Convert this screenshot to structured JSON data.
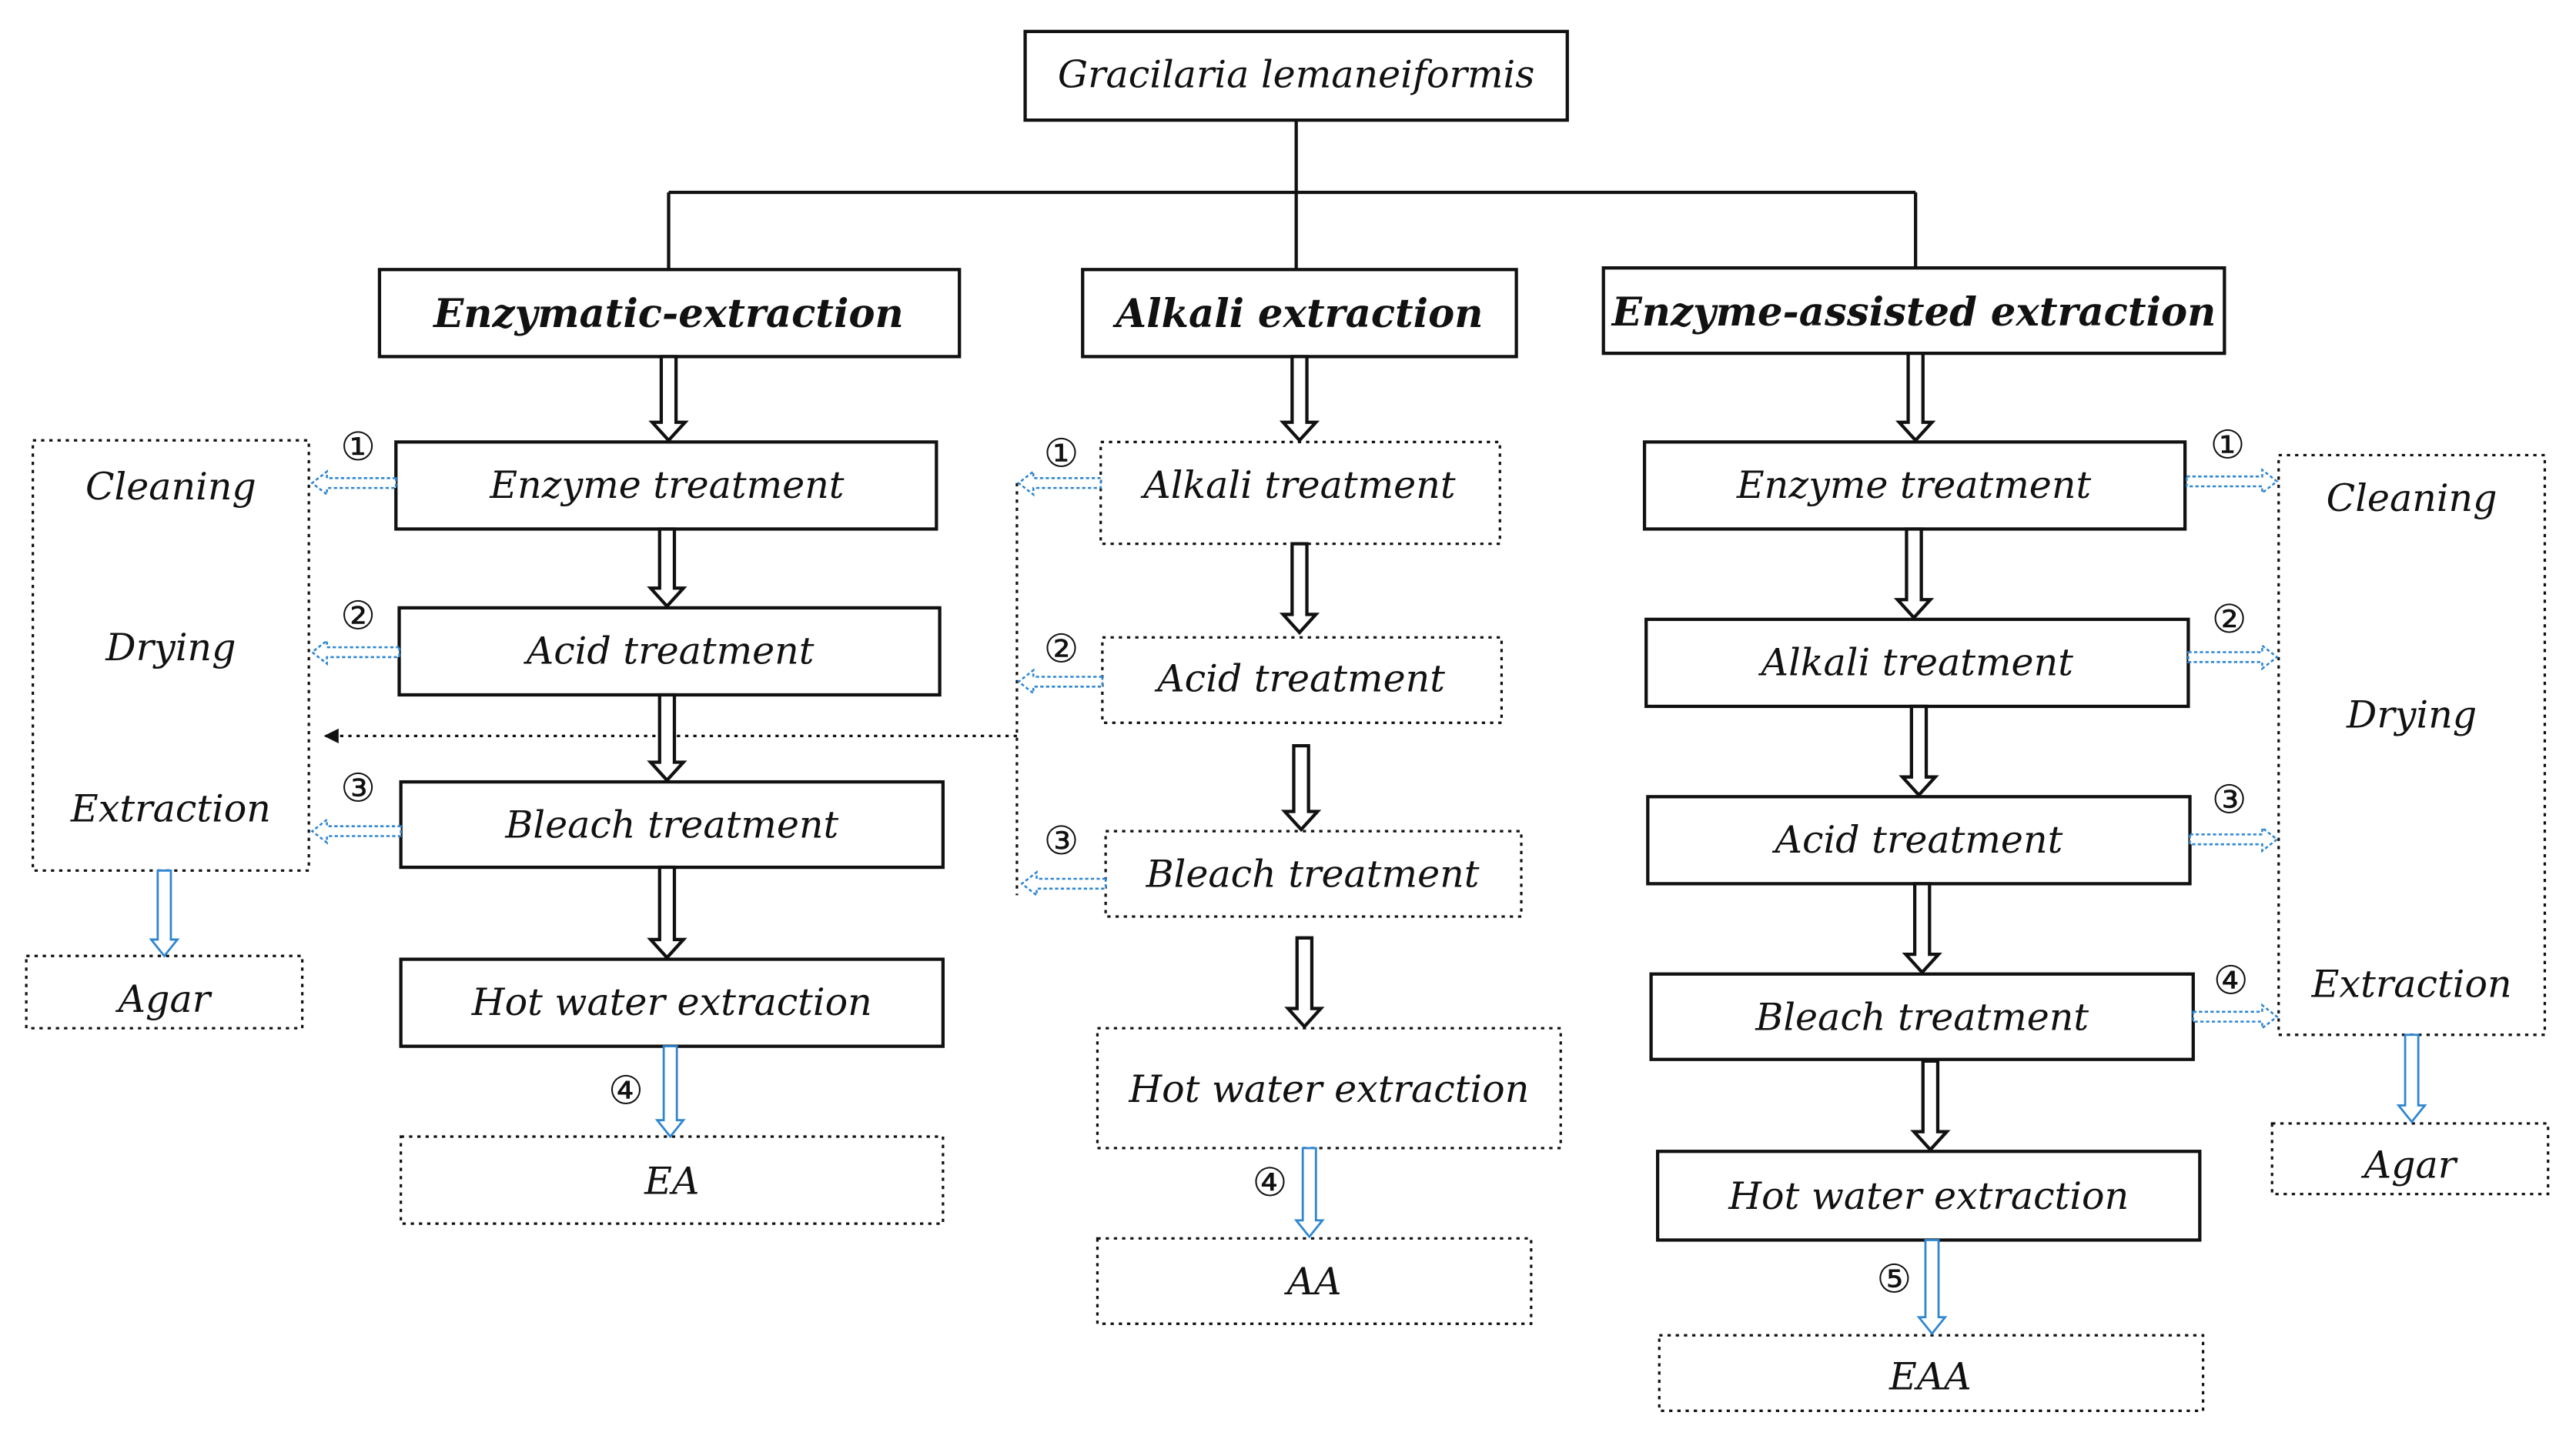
{
  "source": "Gracilaria lemaneiformis",
  "methods": [
    {
      "title": "Enzymatic-extraction",
      "steps": [
        "Enzyme treatment",
        "Acid treatment",
        "Bleach treatment",
        "Hot water extraction"
      ],
      "product": "EA",
      "side_markers": [
        "①",
        "②",
        "③"
      ],
      "product_marker": "④"
    },
    {
      "title": "Alkali extraction",
      "steps": [
        "Alkali treatment",
        "Acid treatment",
        "Bleach treatment",
        "Hot water extraction"
      ],
      "product": "AA",
      "side_markers": [
        "①",
        "②",
        "③"
      ],
      "product_marker": "④"
    },
    {
      "title": "Enzyme-assisted extraction",
      "steps": [
        "Enzyme treatment",
        "Alkali treatment",
        "Acid treatment",
        "Bleach treatment",
        "Hot water extraction"
      ],
      "product": "EAA",
      "side_markers": [
        "①",
        "②",
        "③",
        "④"
      ],
      "product_marker": "⑤"
    }
  ],
  "side_process_left": {
    "steps": [
      "Cleaning",
      "Drying",
      "Extraction"
    ],
    "product": "Agar"
  },
  "side_process_right": {
    "steps": [
      "Cleaning",
      "Drying",
      "Extraction"
    ],
    "product": "Agar"
  },
  "colors": {
    "line": "#111111",
    "side_arrow": "#2f86d0",
    "background": "#ffffff"
  }
}
